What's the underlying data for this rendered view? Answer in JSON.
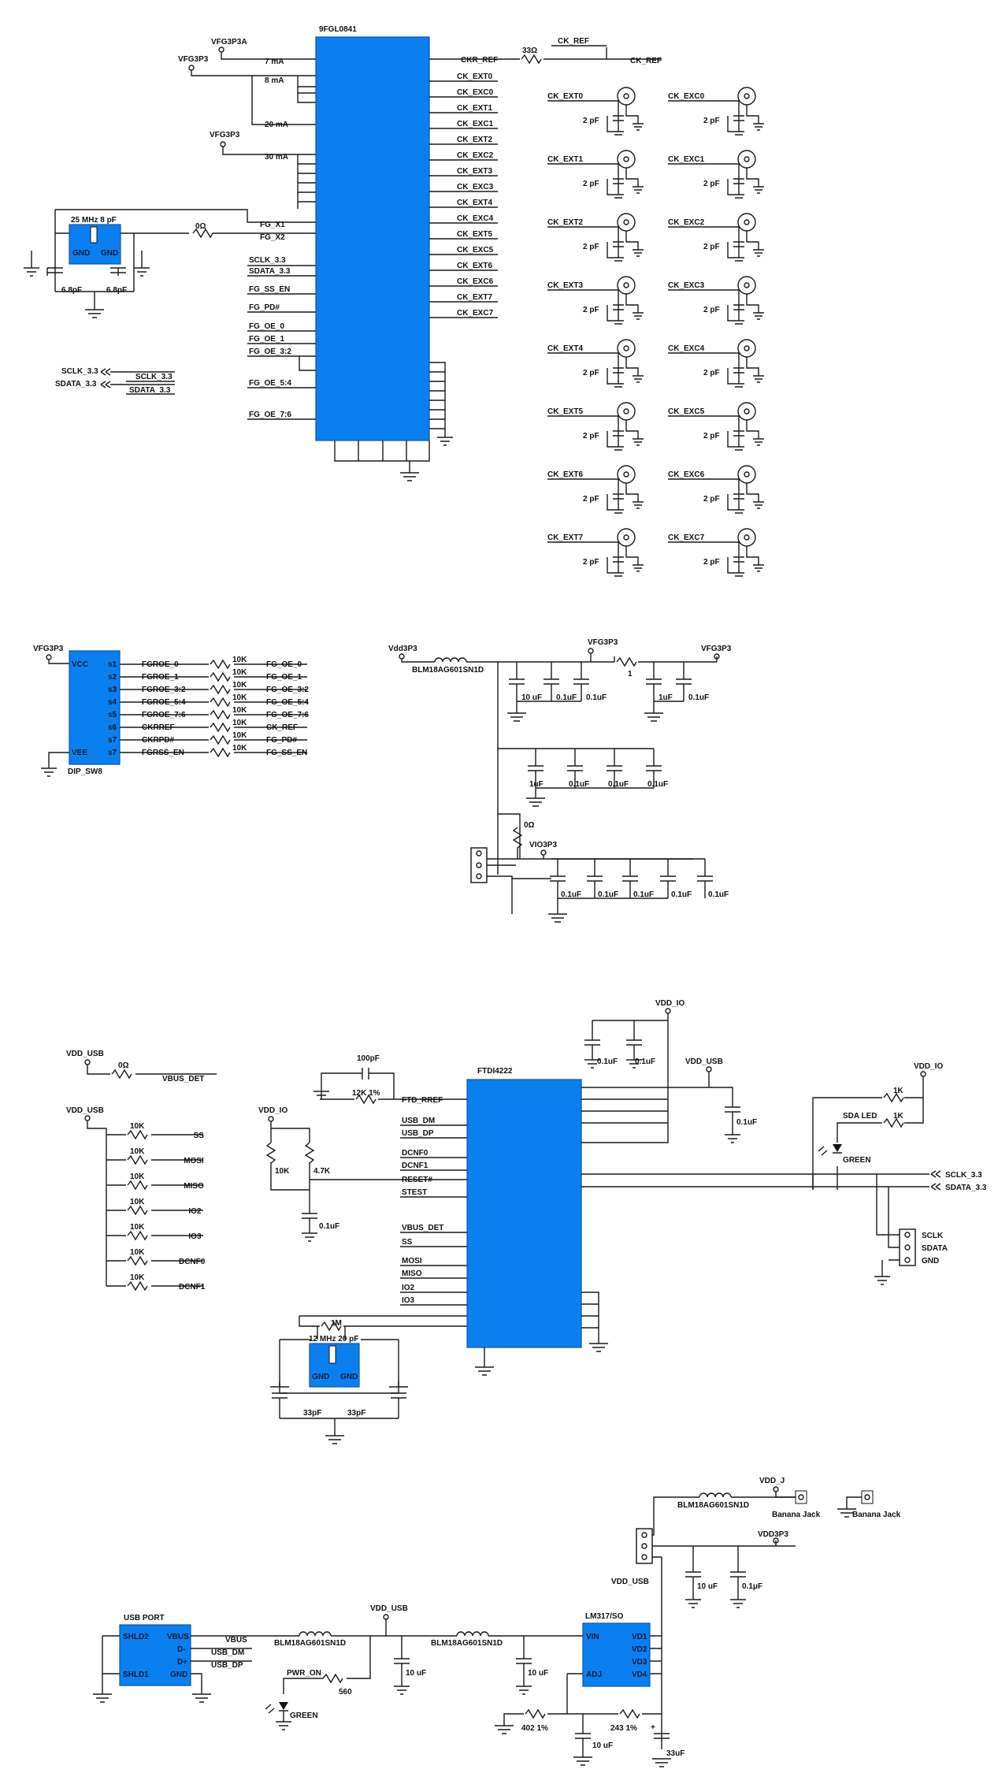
{
  "clock": {
    "chip_name": "9FGL0841",
    "supply_a": "VFG3P3A",
    "supply": "VFG3P3",
    "supply_b": "VFG3P3",
    "currents": [
      "7 mA",
      "8 mA",
      "20 mA",
      "30 mA"
    ],
    "xtal_label": "25 MHz  8 pF",
    "xtal_gnd": "GND",
    "xtal_cap": "6.8pF",
    "series_r": "0Ω",
    "ref_r": "33Ω",
    "ref_net": "CK_REF",
    "ckr_ref": "CKR_REF",
    "left_nets": [
      "FG_X1",
      "FG_X2",
      "SCLK_3.3",
      "SDATA_3.3",
      "FG_SS_EN",
      "FG_PD#",
      "FG_OE_0",
      "FG_OE_1",
      "FG_OE_3:2",
      "FG_OE_5:4",
      "FG_OE_7:6"
    ],
    "right_nets": [
      "CK_EXT0",
      "CK_EXC0",
      "CK_EXT1",
      "CK_EXC1",
      "CK_EXT2",
      "CK_EXC2",
      "CK_EXT3",
      "CK_EXC3",
      "CK_EXT4",
      "CK_EXC4",
      "CK_EXT5",
      "CK_EXC5",
      "CK_EXT6",
      "CK_EXC6",
      "CK_EXT7",
      "CK_EXC7"
    ],
    "conn_ext": [
      "CK_EXT0",
      "CK_EXT1",
      "CK_EXT2",
      "CK_EXT3",
      "CK_EXT4",
      "CK_EXT5",
      "CK_EXT6",
      "CK_EXT7"
    ],
    "conn_exc": [
      "CK_EXC0",
      "CK_EXC1",
      "CK_EXC2",
      "CK_EXC3",
      "CK_EXC4",
      "CK_EXC5",
      "CK_EXC6",
      "CK_EXC7"
    ],
    "conn_cap": "2 pF",
    "bus_labels": [
      "SCLK_3.3",
      "SDATA_3.3"
    ]
  },
  "dip": {
    "supply": "VFG3P3",
    "vcc": "VCC",
    "vee": "VEE",
    "name": "DIP_SW8",
    "pins": [
      "s1",
      "s2",
      "s3",
      "s4",
      "s5",
      "s6",
      "s7",
      "s7"
    ],
    "nets": [
      "FGROE_0",
      "FGROE_1",
      "FGROE_3:2",
      "FGROE_5:4",
      "FGROE_7:6",
      "CKRREF",
      "CKRPD#",
      "FGRSS_EN"
    ],
    "res": "10K",
    "outs": [
      "FG_OE_0",
      "FG_OE_1",
      "FG_OE_3:2",
      "FG_OE_5:4",
      "FG_OE_7:6",
      "CK_REF",
      "FG_PD#",
      "FG_SS_EN"
    ]
  },
  "power": {
    "vdd": "Vdd3P3",
    "ferrite": "BLM18AG601SN1D",
    "vfg": "VFG3P3",
    "vfg2": "VFG3P3",
    "r1": "1",
    "caps_top": [
      "10 uF",
      "0.1uF",
      "0.1uF",
      "1uF",
      "0.1uF"
    ],
    "caps_mid": [
      "1uF",
      "0.1uF",
      "0.1uF",
      "0.1uF"
    ],
    "r0": "0Ω",
    "vio": "VIO3P3",
    "caps_bot": [
      "0.1uF",
      "0.1uF",
      "0.1uF",
      "0.1uF",
      "0.1uF"
    ]
  },
  "ftdi": {
    "chip": "FTDI4222",
    "vdd_io": "VDD_IO",
    "vdd_usb": "VDD_USB",
    "caps_io": [
      "0.1uF",
      "0.1uF"
    ],
    "cap_usb": "0.1uF",
    "rref_cap": "100pF",
    "rref_r": "12K 1%",
    "left_nets": [
      "FTD_RREF",
      "USB_DM",
      "USB_DP",
      "DCNF0",
      "DCNF1",
      "RESET#",
      "STEST",
      "VBUS_DET",
      "SS",
      "MOSI",
      "MISO",
      "IO2",
      "IO3"
    ],
    "reset_vdd": "VDD_IO",
    "r10k": "10K",
    "r47k": "4.7K",
    "c01": "0.1uF",
    "xtal_r": "1M",
    "xtal_label": "12 MHz  20 pF",
    "xtal_gnd": "GND",
    "xtal_cap": "33pF",
    "vbus_supply": "VDD_USB",
    "vbus_r": "0Ω",
    "vbus_net": "VBUS_DET",
    "pull_supply": "VDD_USB",
    "pull_r": "10K",
    "pull_nets": [
      "SS",
      "MOSI",
      "MISO",
      "IO2",
      "IO3",
      "DCNF0",
      "DCNF1"
    ],
    "led_vdd": "VDD_IO",
    "r1k": "1K",
    "sda_led": "SDA LED",
    "green": "GREEN",
    "bus_out": [
      "SCLK_3.3",
      "SDATA_3.3"
    ],
    "header": [
      "SCLK",
      "SDATA",
      "GND"
    ]
  },
  "usbpower": {
    "usb_port": "USB PORT",
    "port_pins_l": [
      "SHLD2",
      "SHLD1"
    ],
    "port_pins_r": [
      "VBUS",
      "D-",
      "D+",
      "GND"
    ],
    "port_nets": [
      "VBUS",
      "USB_DM",
      "USB_DP"
    ],
    "ferrite": "BLM18AG601SN1D",
    "vdd_usb": "VDD_USB",
    "pwr_on": "PWR_ON",
    "r560": "560",
    "green": "GREEN",
    "c10": "10 uF",
    "reg": "LM317/SO",
    "reg_pins_l": [
      "VIN",
      "ADJ"
    ],
    "reg_pins_r": [
      "VD1",
      "VD2",
      "VD3",
      "VD4"
    ],
    "r402": "402 1%",
    "r243": "243 1%",
    "c33": "33uF",
    "vdd_j": "VDD_J",
    "banana": "Banana Jack",
    "vdd3p3": "VDD3P3",
    "c01": "0.1μF",
    "vdd_usb_hdr": "VDD_USB"
  }
}
